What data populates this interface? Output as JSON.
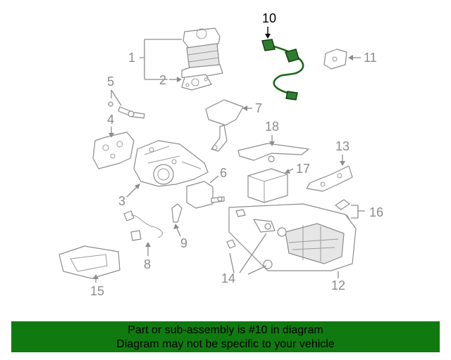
{
  "callouts": {
    "c1": "1",
    "c2": "2",
    "c3": "3",
    "c4": "4",
    "c5": "5",
    "c6": "6",
    "c7": "7",
    "c8": "8",
    "c9": "9",
    "c10": "10",
    "c11": "11",
    "c12": "12",
    "c13": "13",
    "c14": "14",
    "c15": "15",
    "c16": "16",
    "c17": "17",
    "c18": "18"
  },
  "highlighted_part": "10",
  "colors": {
    "highlight": "#2f7d2f",
    "banner": "#107a10",
    "line": "#8c8c8c"
  },
  "banner": {
    "line1": "Part or sub-assembly is #10 in diagram",
    "line2": "Diagram may not be specific to your vehicle"
  }
}
